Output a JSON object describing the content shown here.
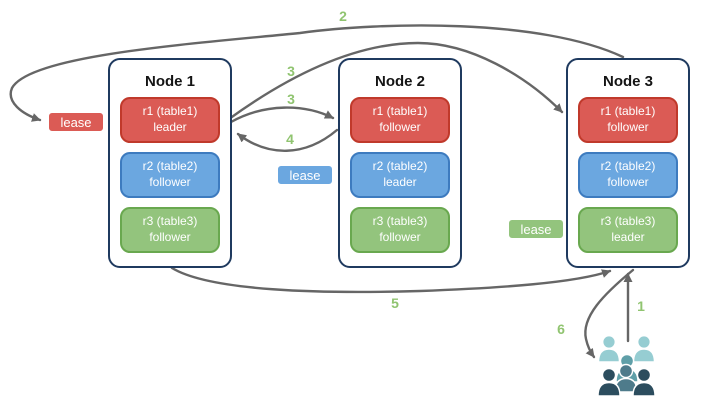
{
  "colors": {
    "node_border": "#1F3A5F",
    "red_fill": "#DB5B55",
    "red_border": "#C0392B",
    "blue_fill": "#6BA7E0",
    "blue_border": "#3D7BBF",
    "green_fill": "#93C47D",
    "green_border": "#69A84F",
    "arrow": "#666666",
    "step_label": "#90C470",
    "users_light": "#96CDD2",
    "users_mid": "#5F9FA8",
    "users_middark": "#4E7B8B",
    "users_dark": "#2C4D5E"
  },
  "nodes": [
    {
      "title": "Node 1",
      "replicas": [
        {
          "name": "r1 (table1)",
          "role": "leader"
        },
        {
          "name": "r2 (table2)",
          "role": "follower"
        },
        {
          "name": "r3 (table3)",
          "role": "follower"
        }
      ]
    },
    {
      "title": "Node 2",
      "replicas": [
        {
          "name": "r1 (table1)",
          "role": "follower"
        },
        {
          "name": "r2 (table2)",
          "role": "leader"
        },
        {
          "name": "r3 (table3)",
          "role": "follower"
        }
      ]
    },
    {
      "title": "Node 3",
      "replicas": [
        {
          "name": "r1 (table1)",
          "role": "follower"
        },
        {
          "name": "r2 (table2)",
          "role": "follower"
        },
        {
          "name": "r3 (table3)",
          "role": "leader"
        }
      ]
    }
  ],
  "leases": {
    "red": {
      "label": "lease"
    },
    "blue": {
      "label": "lease"
    },
    "green": {
      "label": "lease"
    }
  },
  "steps": {
    "step1": "1",
    "step2": "2",
    "step3a": "3",
    "step3b": "3",
    "step4": "4",
    "step5": "5",
    "step6": "6"
  },
  "icons": {
    "users": "users-crowd-icon"
  }
}
